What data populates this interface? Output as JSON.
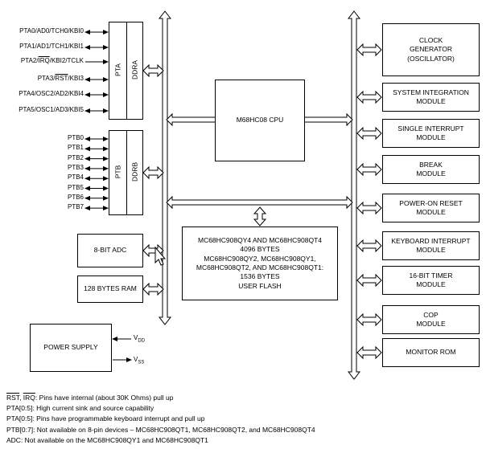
{
  "pta": {
    "block_label": "PTA",
    "ddr_label": "DDRA",
    "pins": [
      {
        "pre": "PTA0/AD0/TCH0/KBI0",
        "bar": "",
        "post": ""
      },
      {
        "pre": "PTA1/AD1/TCH1/KBI1",
        "bar": "",
        "post": ""
      },
      {
        "pre": "PTA2/",
        "bar": "IRQ",
        "post": "/KBI2/TCLK"
      },
      {
        "pre": "PTA3/",
        "bar": "RST",
        "post": "/KBI3"
      },
      {
        "pre": "PTA4/OSC2/AD2/KBI4",
        "bar": "",
        "post": ""
      },
      {
        "pre": "PTA5/OSC1/AD3/KBI5",
        "bar": "",
        "post": ""
      }
    ]
  },
  "ptb": {
    "block_label": "PTB",
    "ddr_label": "DDRB",
    "pins": [
      "PTB0",
      "PTB1",
      "PTB2",
      "PTB3",
      "PTB4",
      "PTB5",
      "PTB6",
      "PTB7"
    ]
  },
  "adc": "8-BIT ADC",
  "ram": "128 BYTES RAM",
  "power": {
    "label": "POWER SUPPLY",
    "vdd": "V",
    "vdd_sub": "DD",
    "vss": "V",
    "vss_sub": "SS"
  },
  "cpu": "M68HC08 CPU",
  "flash": "MC68HC908QY4 AND MC68HC908QT4\n4096 BYTES\nMC68HC908QY2, MC68HC908QY1,\nMC68HC908QT2, AND MC68HC908QT1:\n1536 BYTES\nUSER FLASH",
  "modules": [
    "CLOCK\nGENERATOR\n(OSCILLATOR)",
    "SYSTEM INTEGRATION\nMODULE",
    "SINGLE INTERRUPT\nMODULE",
    "BREAK\nMODULE",
    "POWER-ON RESET\nMODULE",
    "KEYBOARD INTERRUPT\nMODULE",
    "16-BIT TIMER\nMODULE",
    "COP\nMODULE",
    "MONITOR ROM"
  ],
  "notes": {
    "note1_rst": "RST",
    "note1_sep": ", ",
    "note1_irq": "IRQ",
    "note1_rest": ": Pins have internal (about 30K Ohms) pull up",
    "note2": "PTA[0:5]: High current sink and source capability",
    "note3": "PTA[0:5]: Pins have programmable keyboard interrupt and pull up",
    "note4": "PTB[0:7]: Not available on 8-pin devices – MC68HC908QT1, MC68HC908QT2, and MC68HC908QT4",
    "note5": "ADC: Not available on the MC68HC908QY1 and MC68HC908QT1"
  }
}
